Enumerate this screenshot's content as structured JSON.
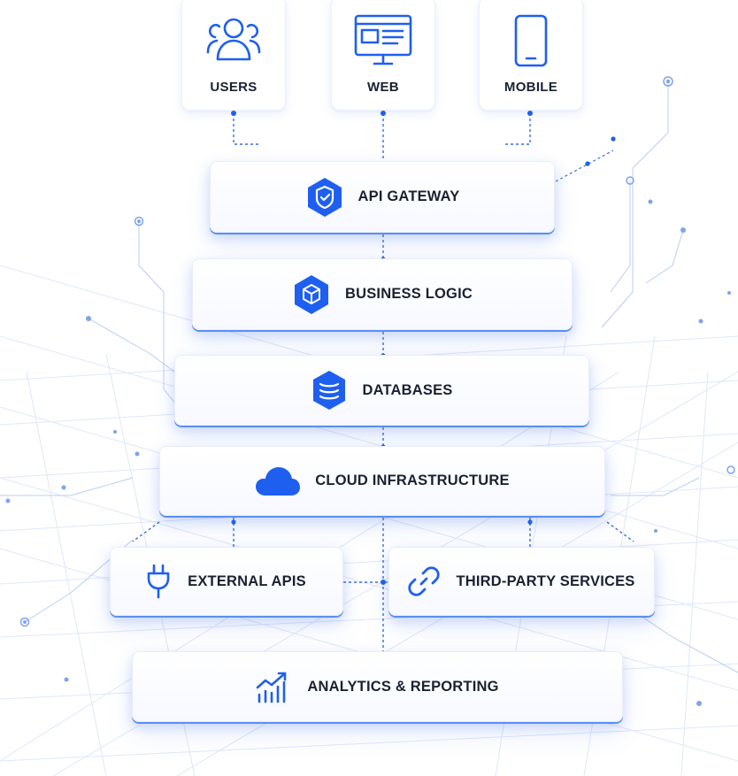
{
  "clients": [
    {
      "label": "USERS",
      "icon": "users-icon"
    },
    {
      "label": "WEB",
      "icon": "browser-window-icon"
    },
    {
      "label": "MOBILE",
      "icon": "smartphone-icon"
    }
  ],
  "layers": {
    "api_gateway": {
      "label": "API GATEWAY",
      "icon": "shield-icon"
    },
    "business_logic": {
      "label": "BUSINESS LOGIC",
      "icon": "cube-icon"
    },
    "databases": {
      "label": "DATABASES",
      "icon": "database-icon"
    },
    "cloud_infrastructure": {
      "label": "CLOUD INFRASTRUCTURE",
      "icon": "cloud-icon"
    },
    "external_apis": {
      "label": "EXTERNAL APIS",
      "icon": "plug-icon"
    },
    "third_party_services": {
      "label": "THIRD-PARTY SERVICES",
      "icon": "link-icon"
    },
    "analytics_reporting": {
      "label": "ANALYTICS & REPORTING",
      "icon": "growth-chart-icon"
    }
  },
  "colors": {
    "accent": "#1f5ff0",
    "accent_dark": "#1747c9",
    "line": "#3a6fe0",
    "grid": "#dfe7fb",
    "text": "#1a2230"
  }
}
